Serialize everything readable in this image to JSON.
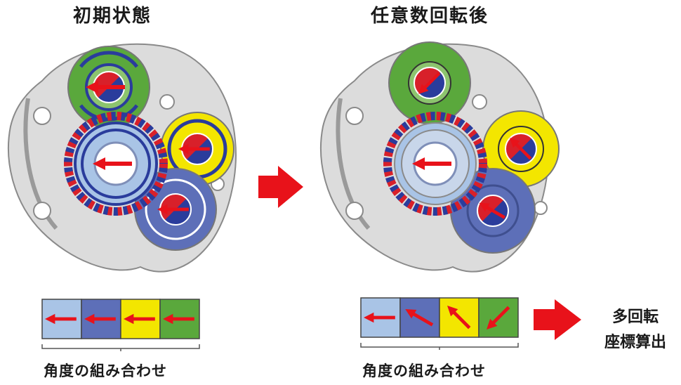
{
  "left_panel": {
    "title": "初期状態",
    "caption": "角度の組み合わせ",
    "gear_colors": [
      "#a9c4e6",
      "#5d6fb8",
      "#f3e600",
      "#5aa83c"
    ]
  },
  "right_panel": {
    "title": "任意数回転後",
    "caption": "角度の組み合わせ",
    "gear_colors": [
      "#a9c4e6",
      "#5d6fb8",
      "#f3e600",
      "#5aa83c"
    ]
  },
  "output": {
    "line1": "多回転",
    "line2": "座標算出"
  },
  "colors": {
    "arrow": "#e8121a",
    "plate": "#dcdcdc",
    "plate_edge": "#8a8a8a",
    "ring_red": "#d8202a",
    "ring_blue": "#2a3c9c"
  }
}
